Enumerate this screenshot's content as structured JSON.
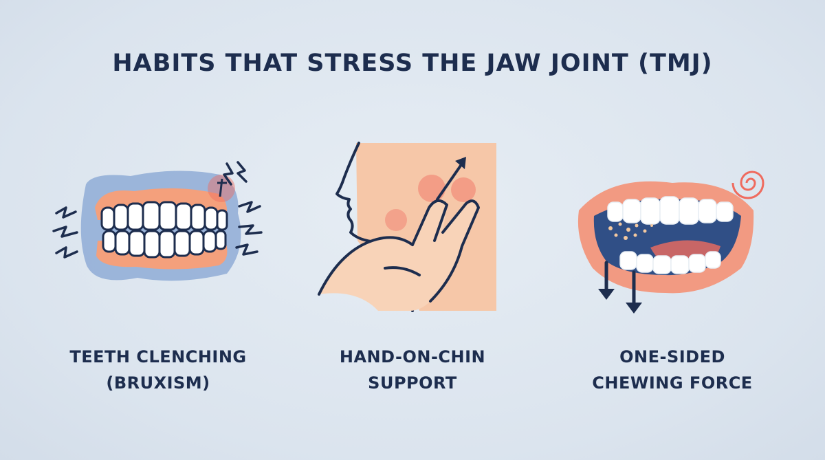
{
  "title": "HABITS THAT STRESS THE JAW JOINT (TMJ)",
  "habits": [
    {
      "line1": "TEETH CLENCHING",
      "line2": "(BRUXISM)",
      "icon": "clenched-teeth-icon"
    },
    {
      "line1": "HAND-ON-CHIN",
      "line2": "SUPPORT",
      "icon": "hand-on-chin-icon"
    },
    {
      "line1": "ONE-SIDED",
      "line2": "CHEWING FORCE",
      "icon": "one-sided-chewing-icon"
    }
  ],
  "colors": {
    "background": "#dde6ef",
    "text": "#1d2d4e",
    "skin": "#f6c7a8",
    "gum": "#f4a07c",
    "pain": "#ef6b5e",
    "shadow_blue": "#7f9fcf"
  }
}
